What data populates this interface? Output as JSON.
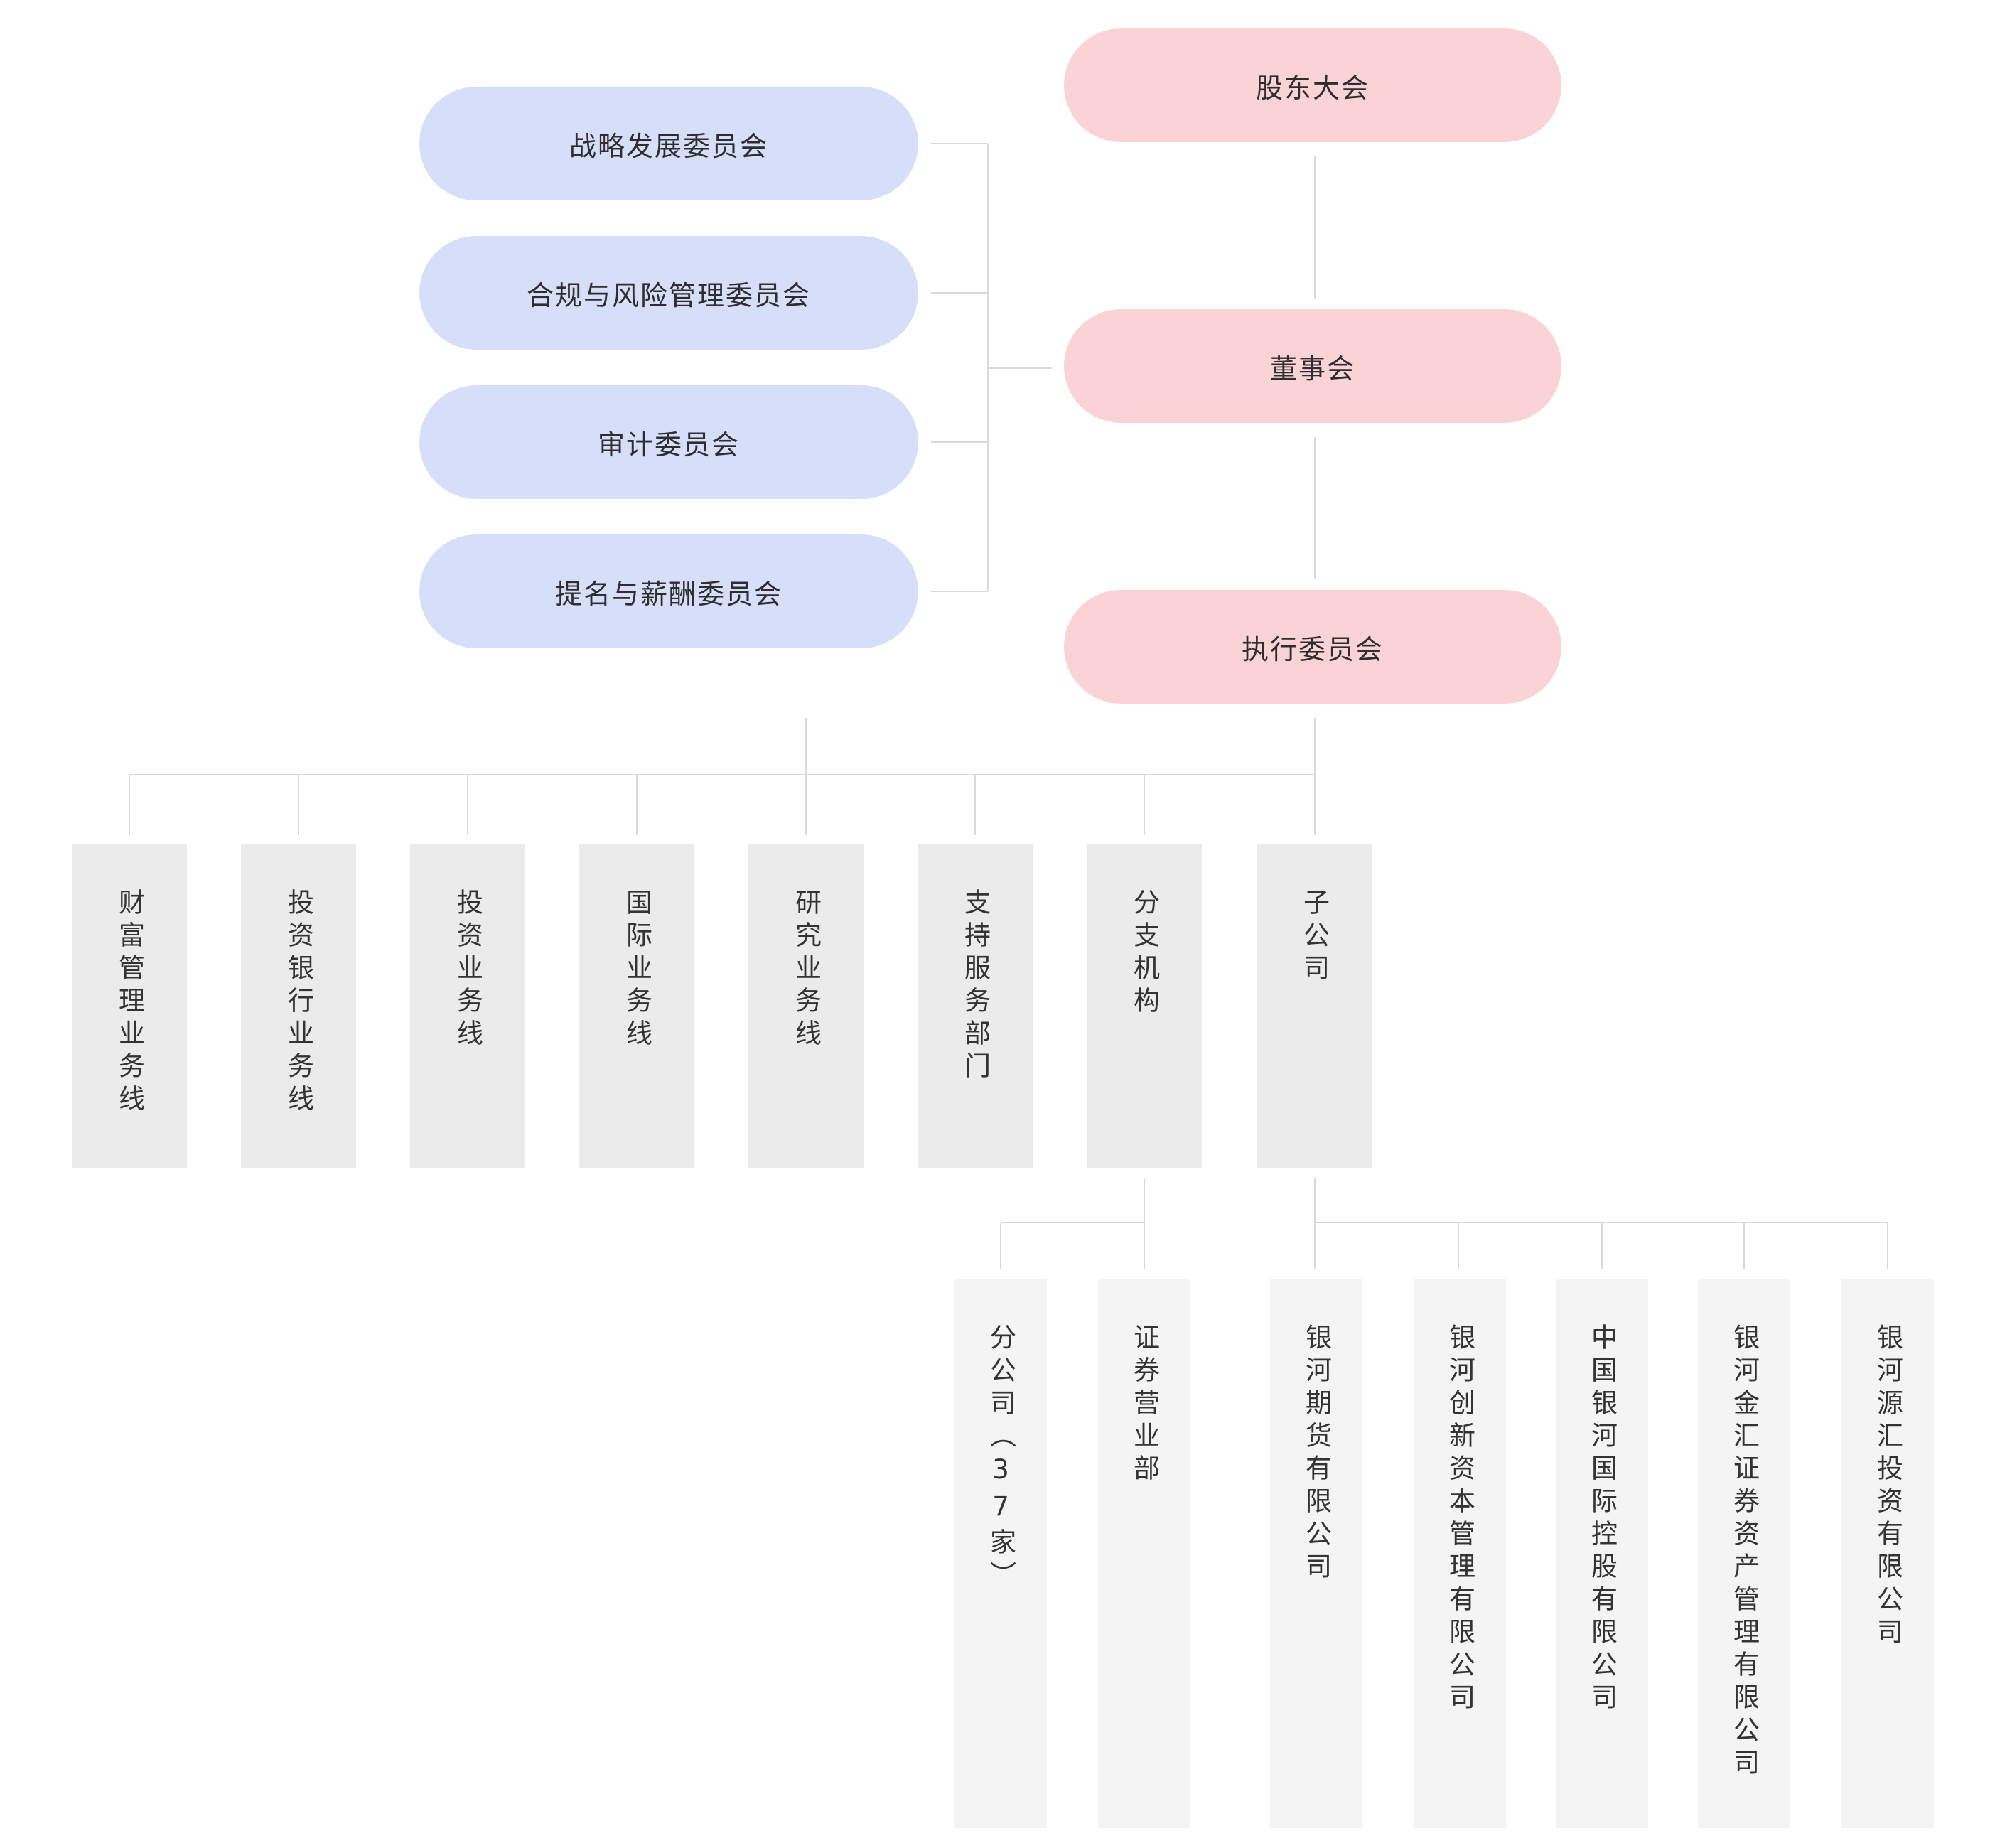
{
  "governance": {
    "shareholders": "股东大会",
    "board": "董事会",
    "executive": "执行委员会"
  },
  "committees": [
    "战略发展委员会",
    "合规与风险管理委员会",
    "审计委员会",
    "提名与薪酬委员会"
  ],
  "departments": [
    "财富管理业务线",
    "投资银行业务线",
    "投资业务线",
    "国际业务线",
    "研究业务线",
    "支持服务部门",
    "分支机构",
    "子公司"
  ],
  "branches": [
    "分公司（37家）",
    "证券营业部"
  ],
  "subsidiaries": [
    "银河期货有限公司",
    "银河创新资本管理有限公司",
    "中国银河国际控股有限公司",
    "银河金汇证券资产管理有限公司",
    "银河源汇投资有限公司"
  ],
  "colors": {
    "governance": "#f9d3d6",
    "committee": "#d6defa",
    "department": "#ebebeb",
    "subsidiary": "#f4f4f4",
    "connector": "#d9d9d9"
  }
}
